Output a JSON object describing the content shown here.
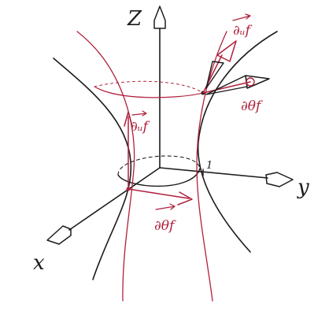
{
  "colors": {
    "ink": "#1c1c1c",
    "red": "#b0213c",
    "paper": "#ffffff"
  },
  "labels": {
    "z_axis": "Z",
    "x_axis": "x",
    "y_axis": "y",
    "unit_tick": "1",
    "du_f_top": "∂ᵤf",
    "dtheta_f_top": "∂θf",
    "du_f_base": "∂ᵤf",
    "dtheta_f_base": "∂θf"
  }
}
